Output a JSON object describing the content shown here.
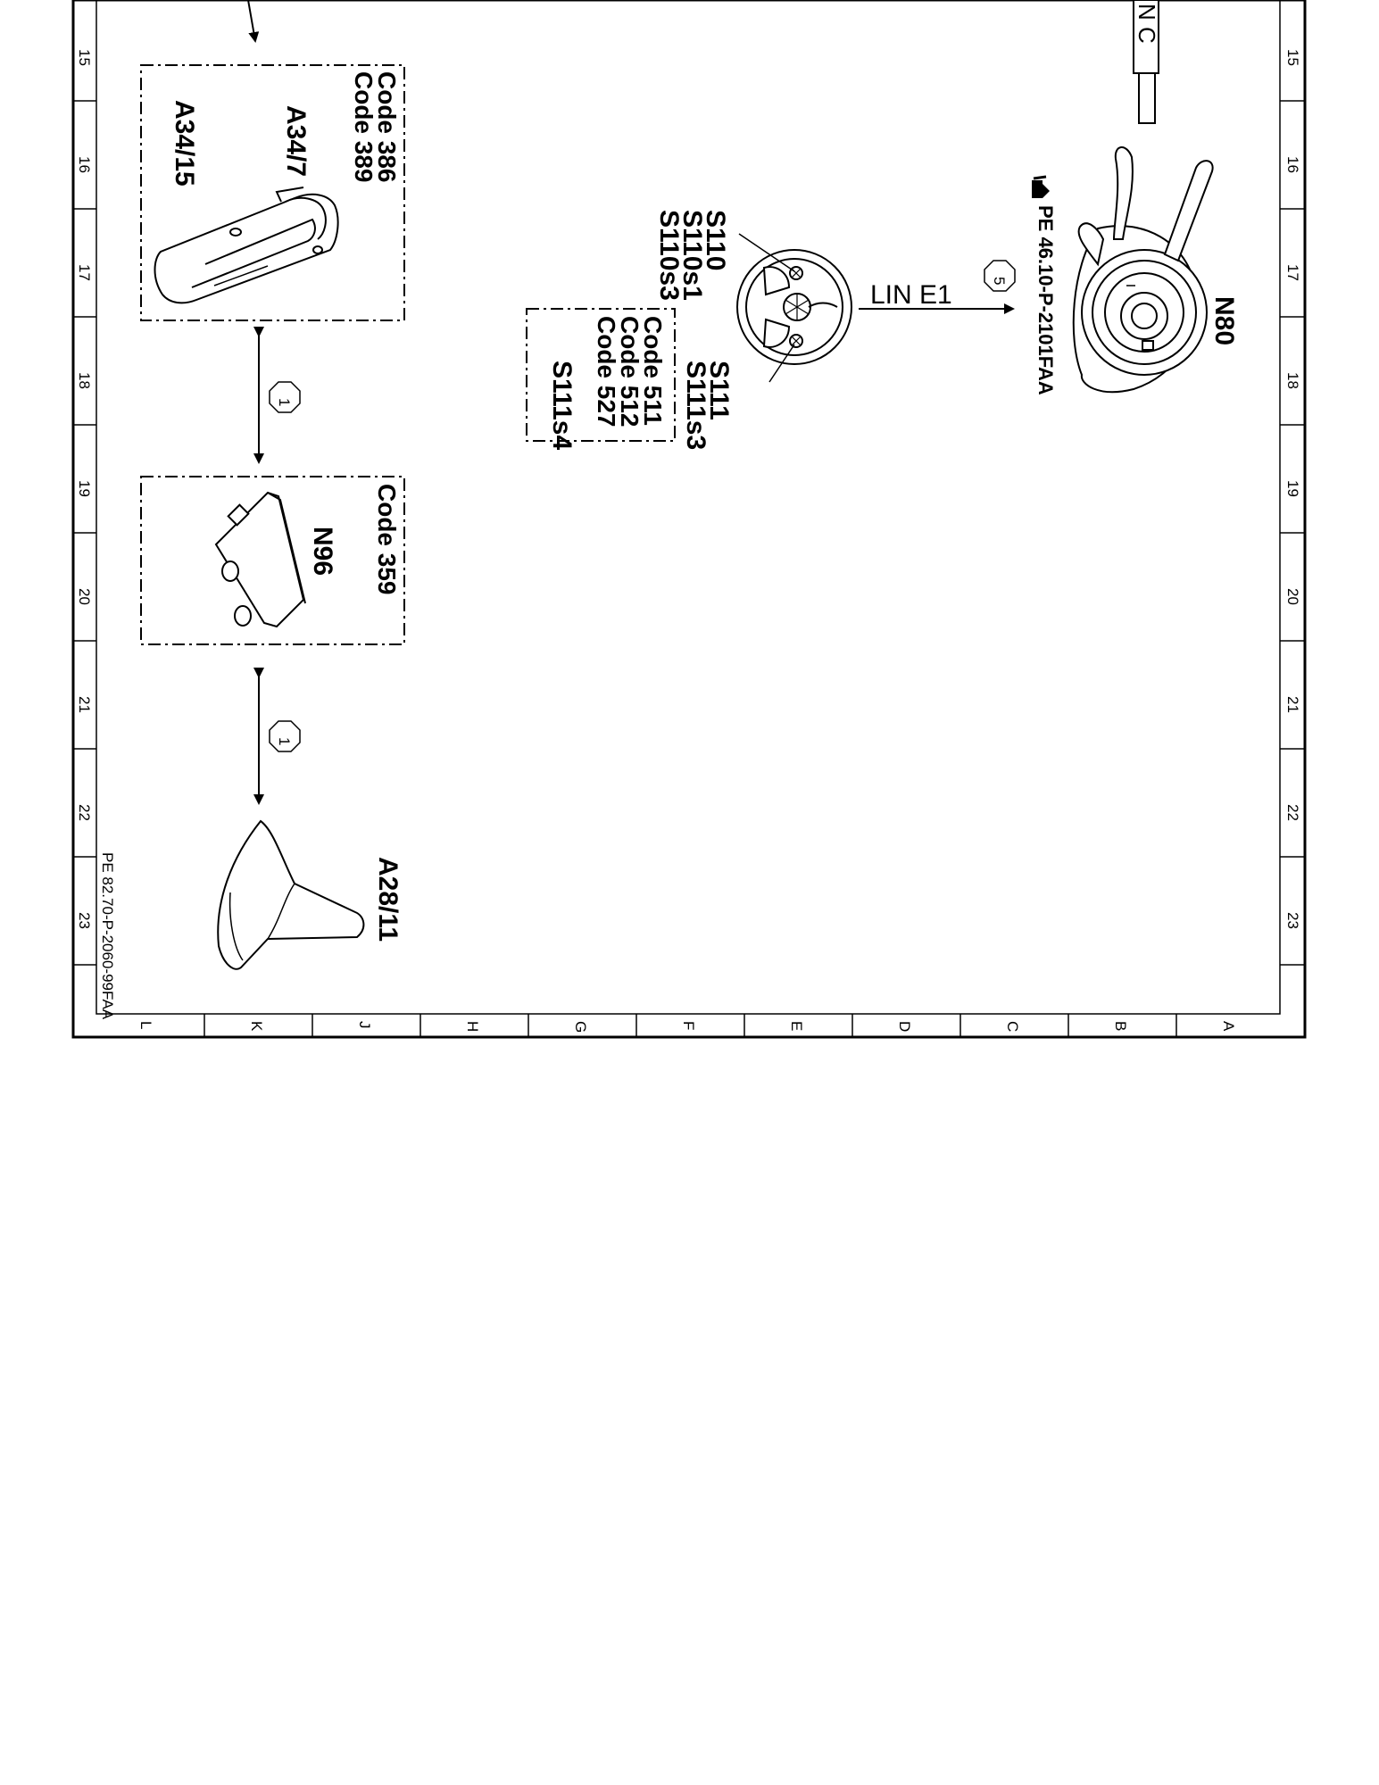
{
  "frame": {
    "row_numbers": [
      "15",
      "16",
      "17",
      "18",
      "19",
      "20",
      "21",
      "22",
      "23"
    ],
    "column_letters": [
      "L",
      "K",
      "J",
      "H",
      "G",
      "F",
      "E",
      "D",
      "C",
      "B",
      "A"
    ]
  },
  "components": {
    "a34_box_codes": [
      "Code 386",
      "Code 389"
    ],
    "a34_7": "A34/7",
    "a34_15": "A34/15",
    "n96_code": "Code 359",
    "n96": "N96",
    "a28_11": "A28/11",
    "s110": "S110",
    "s110s1": "S110s1",
    "s110s3": "S110s3",
    "s111": "S111",
    "s111s3": "S111s3",
    "steering_codes": [
      "Code 511",
      "Code 512",
      "Code 527"
    ],
    "s111s4": "S111s4",
    "n80": "N80",
    "n80_ref": "PE 46.10-P-2101FAA",
    "lin_e1": "LIN E1",
    "connector_label": "N C"
  },
  "markers": {
    "m1_top": "1",
    "m1_bottom": "1",
    "m5": "5"
  },
  "footer_ref": "PE 82.70-P-2060-99FAA"
}
